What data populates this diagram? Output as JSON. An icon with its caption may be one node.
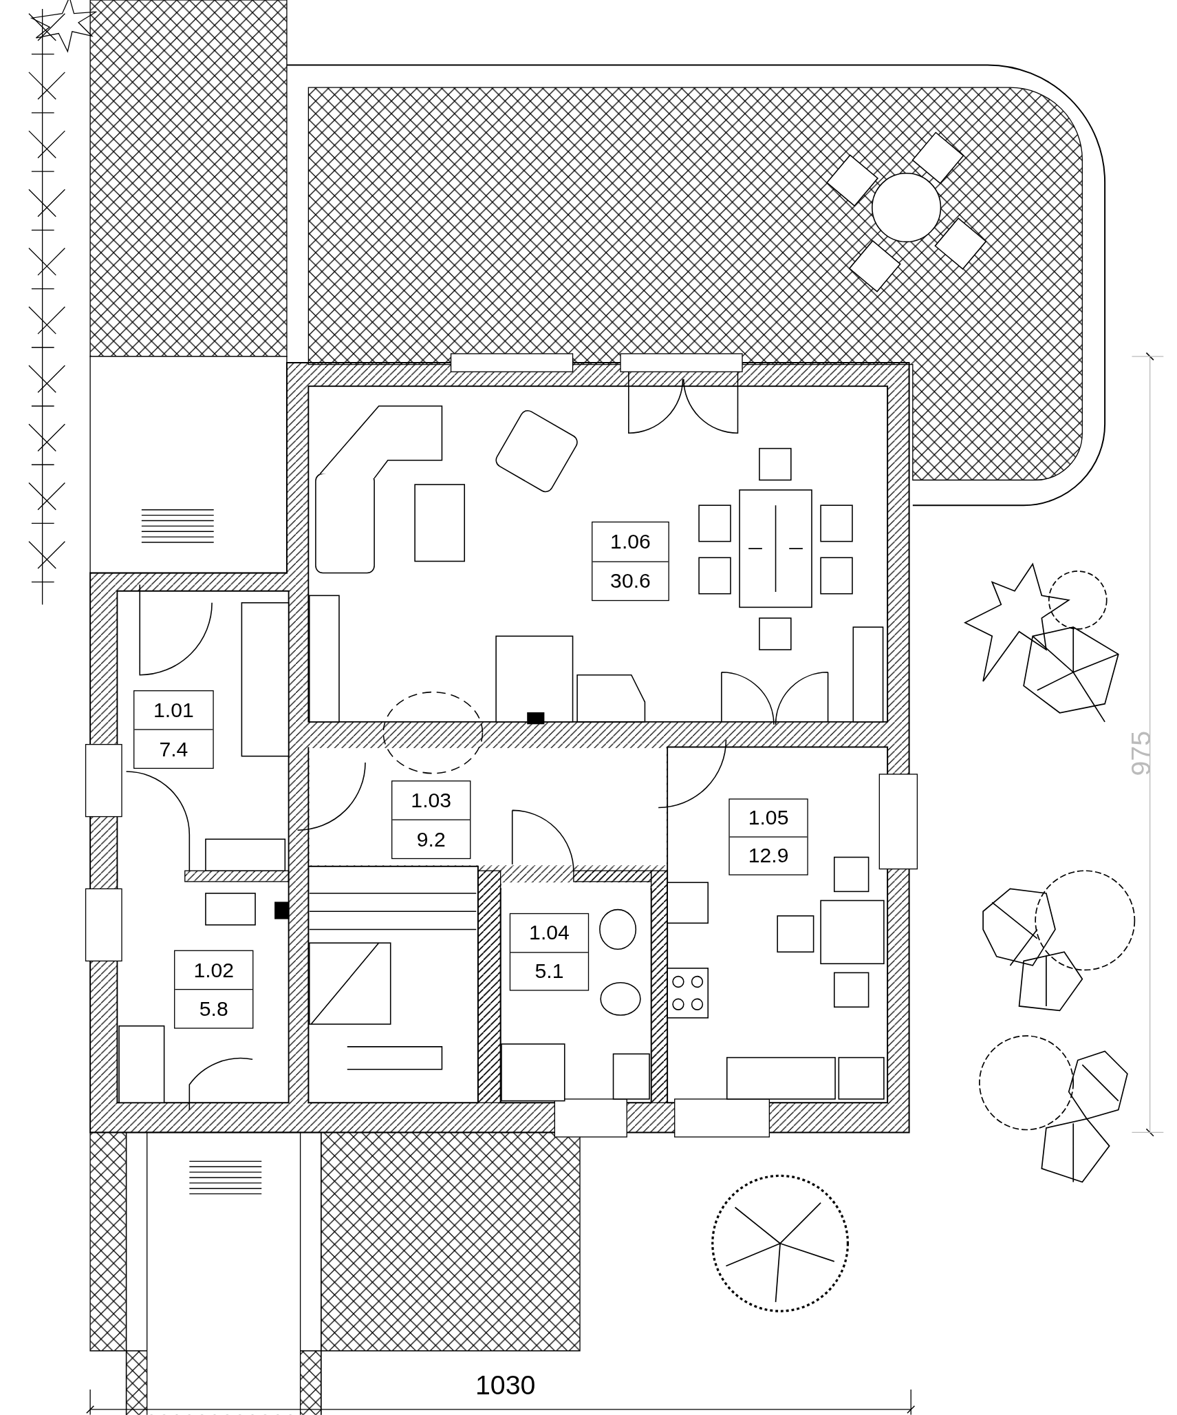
{
  "diagram": {
    "nodes": [
      {
        "text": [
          "1.06",
          "30.6"
        ]
      },
      {
        "text": [
          "1.01",
          "7.4"
        ]
      },
      {
        "text": [
          "1.03",
          "9.2"
        ]
      },
      {
        "text": [
          "1.05",
          "12.9"
        ]
      },
      {
        "text": [
          "1.04",
          "5.1"
        ]
      },
      {
        "text": [
          "1.02",
          "5.8"
        ]
      }
    ],
    "labels": [
      "1030",
      "975"
    ]
  }
}
